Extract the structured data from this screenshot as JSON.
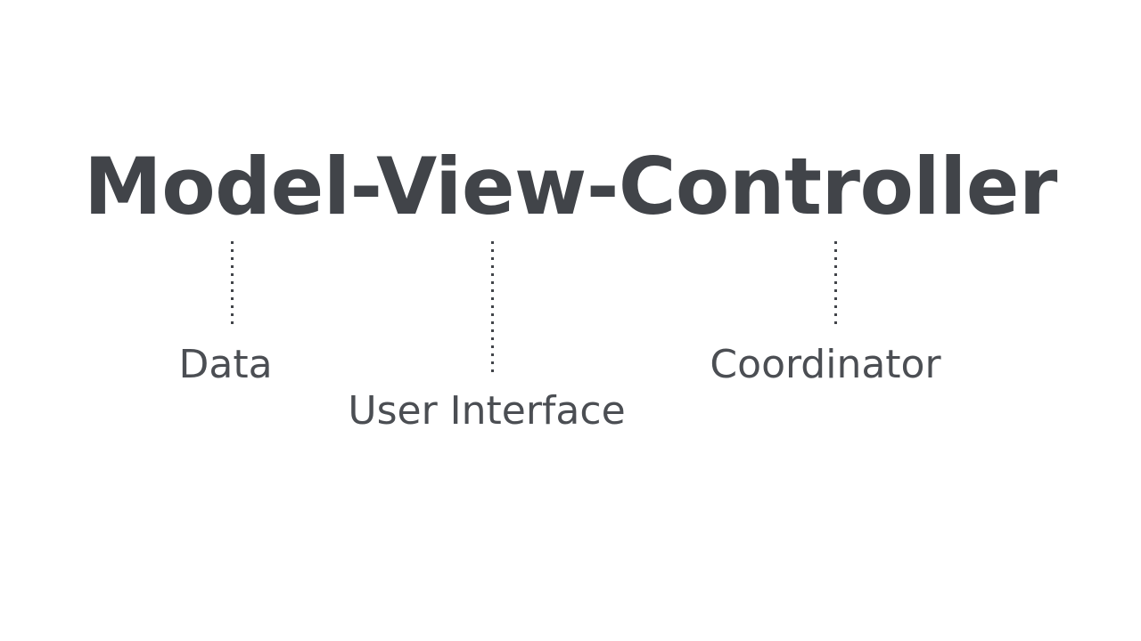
{
  "slide": {
    "background_color": "#ffffff",
    "title": {
      "text": "Model-View-Controller",
      "color": "#414449"
    },
    "connectors": [
      {
        "name": "model-connector",
        "style": "dotted",
        "color": "#414449"
      },
      {
        "name": "view-connector",
        "style": "dotted",
        "color": "#414449"
      },
      {
        "name": "controller-connector",
        "style": "dotted",
        "color": "#414449"
      }
    ],
    "labels": [
      {
        "id": "model",
        "text": "Data",
        "color": "#4b4e53"
      },
      {
        "id": "view",
        "text": "User Interface",
        "color": "#4b4e53"
      },
      {
        "id": "controller",
        "text": "Coordinator",
        "color": "#4b4e53"
      }
    ]
  }
}
